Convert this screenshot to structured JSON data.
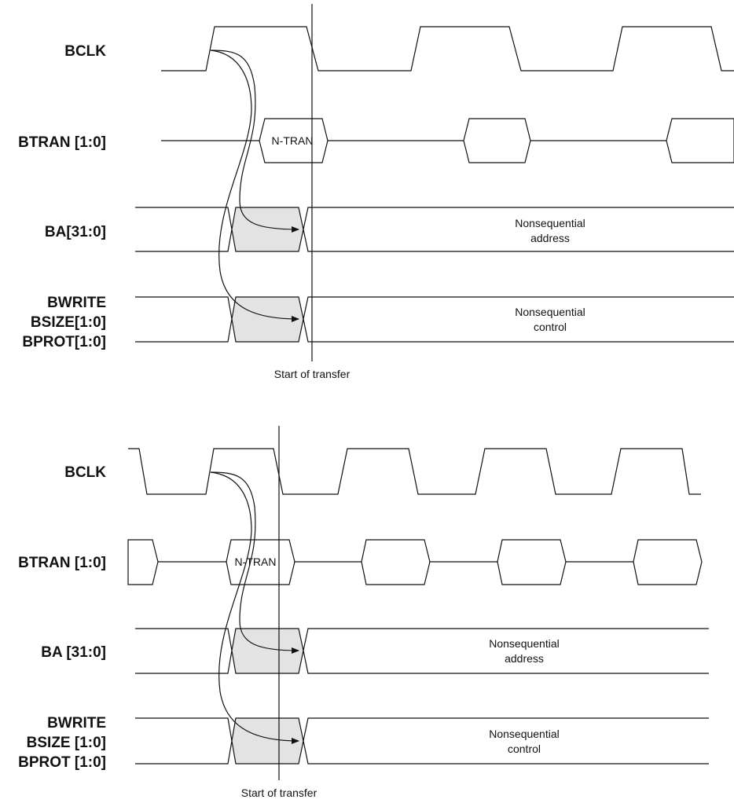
{
  "diagrams": [
    {
      "id": "top",
      "signals": {
        "clock": "BCLK",
        "tran": "BTRAN [1:0]",
        "addr": "BA[31:0]",
        "ctrl": [
          "BWRITE",
          "BSIZE[1:0]",
          "BPROT[1:0]"
        ]
      },
      "tran_label": "N-TRAN",
      "addr_label": [
        "Nonsequential",
        "address"
      ],
      "ctrl_label": [
        "Nonsequential",
        "control"
      ],
      "marker_label": "Start of transfer"
    },
    {
      "id": "bottom",
      "signals": {
        "clock": "BCLK",
        "tran": "BTRAN [1:0]",
        "addr": "BA [31:0]",
        "ctrl": [
          "BWRITE",
          "BSIZE [1:0]",
          "BPROT [1:0]"
        ]
      },
      "tran_label": "N-TRAN",
      "addr_label": [
        "Nonsequential",
        "address"
      ],
      "ctrl_label": [
        "Nonsequential",
        "control"
      ],
      "marker_label": "Start of transfer"
    }
  ],
  "colors": {
    "line": "#111111",
    "shade": "#e3e3e3"
  }
}
